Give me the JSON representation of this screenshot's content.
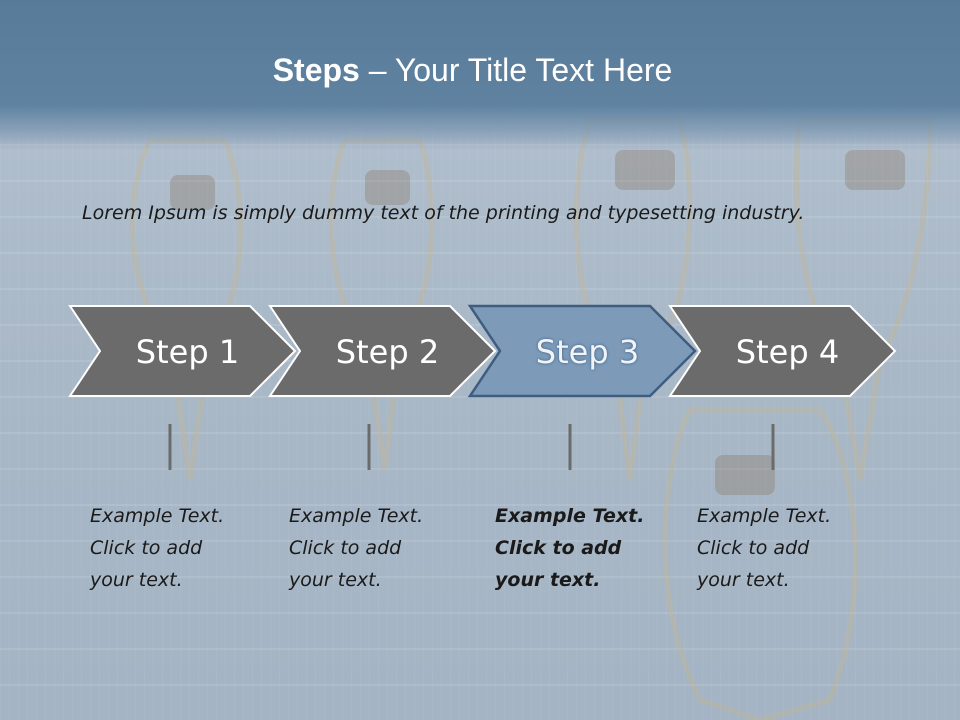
{
  "title": {
    "bold": "Steps",
    "rest": " – Your Title Text Here"
  },
  "intro": "Lorem Ipsum is simply dummy text of the printing and typesetting industry.",
  "steps": [
    {
      "label": "Step 1",
      "lines": [
        "Example Text.",
        "Click  to add",
        "your text."
      ],
      "active": false
    },
    {
      "label": "Step 2",
      "lines": [
        "Example Text.",
        "Click  to add",
        "your text."
      ],
      "active": false
    },
    {
      "label": "Step 3",
      "lines": [
        "Example Text.",
        "Click  to add",
        "your text."
      ],
      "active": true
    },
    {
      "label": "Step 4",
      "lines": [
        "Example Text.",
        "Click  to add",
        "your text."
      ],
      "active": false
    }
  ],
  "colors": {
    "title_band": "#5e82a0",
    "arrow": "#6b6b6b",
    "arrow_active": "#7d9bb9",
    "arrow_active_border": "#3f5d80",
    "text": "#1a1a1a"
  },
  "background": "snowshoes-on-wooden-wall-photo"
}
